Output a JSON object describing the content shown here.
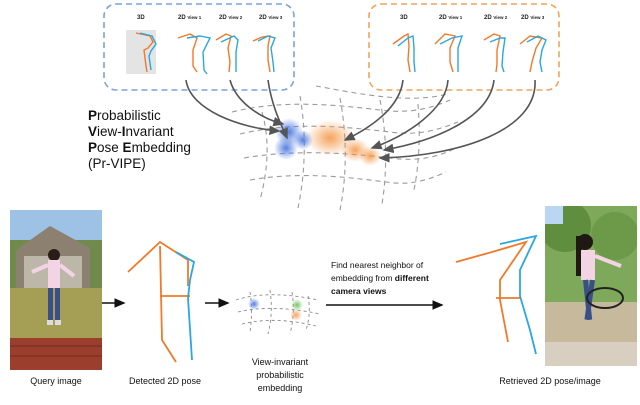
{
  "title": {
    "lines": [
      {
        "initial": "P",
        "rest": "robabilistic"
      },
      {
        "initial": "V",
        "rest": "iew-",
        "initial2": "I",
        "rest2": "nvariant"
      },
      {
        "initial": "P",
        "rest": "ose ",
        "initial2": "E",
        "rest2": "mbedding"
      },
      {
        "initial": "",
        "rest": "(Pr-VIPE)"
      }
    ]
  },
  "groups": {
    "left": {
      "color": "#5b8fd6",
      "labels": [
        "3D",
        "2D",
        "View 1",
        "2D",
        "View 2",
        "2D",
        "View 3"
      ]
    },
    "right": {
      "color": "#f0a45a",
      "labels": [
        "3D",
        "2D",
        "View 1",
        "2D",
        "View 2",
        "2D",
        "View 3"
      ]
    }
  },
  "pipeline": {
    "query_label": "Query image",
    "detected_label": "Detected 2D pose",
    "embedding_label_1": "View-invariant",
    "embedding_label_2": "probabilistic",
    "embedding_label_3": "embedding",
    "find_text_1": "Find nearest neighbor of",
    "find_text_2": "embedding from ",
    "find_text_bold_1": "different",
    "find_text_bold_2": "camera views",
    "retrieved_label": "Retrieved 2D pose/image"
  },
  "colors": {
    "pose_orange": "#f07a2a",
    "pose_blue": "#2aa7e0",
    "blob_blue": "#5b86e0",
    "blob_orange": "#f3a05a",
    "blob_green": "#7cc86b"
  }
}
